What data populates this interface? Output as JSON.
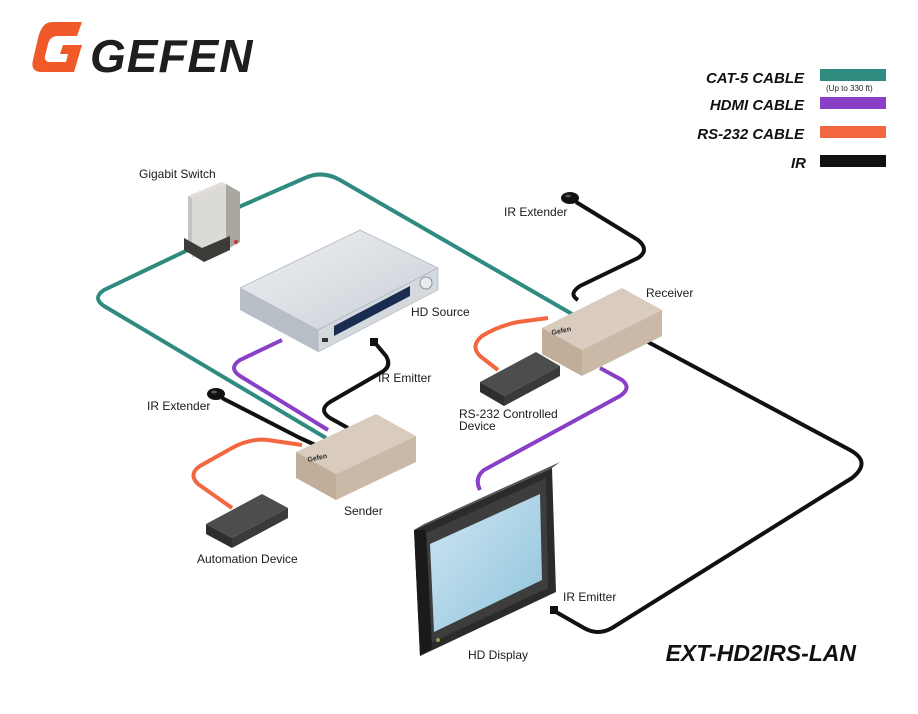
{
  "brand": {
    "name": "GEFEN",
    "colors": {
      "logo_orange": "#f05a28",
      "logo_text": "#1e1e1e"
    }
  },
  "model": "EXT-HD2IRS-LAN",
  "legend": {
    "items": [
      {
        "label": "CAT-5 CABLE",
        "note": "(Up to 330 ft)",
        "color": "#2f8a80"
      },
      {
        "label": "HDMI CABLE",
        "note": "",
        "color": "#8a3fc7"
      },
      {
        "label": "RS-232 CABLE",
        "note": "",
        "color": "#f2673f"
      },
      {
        "label": "IR",
        "note": "",
        "color": "#111111"
      }
    ]
  },
  "devices": {
    "gigabit_switch": "Gigabit Switch",
    "hd_source": "HD Source",
    "ir_emitter_source": "IR Emitter",
    "ir_extender_left": "IR Extender",
    "sender": "Sender",
    "automation_device": "Automation Device",
    "ir_extender_right": "IR Extender",
    "receiver": "Receiver",
    "rs232_device_line1": "RS-232 Controlled",
    "rs232_device_line2": "Device",
    "hd_display": "HD Display",
    "ir_emitter_display": "IR Emitter",
    "box_brand": "Gefen"
  }
}
